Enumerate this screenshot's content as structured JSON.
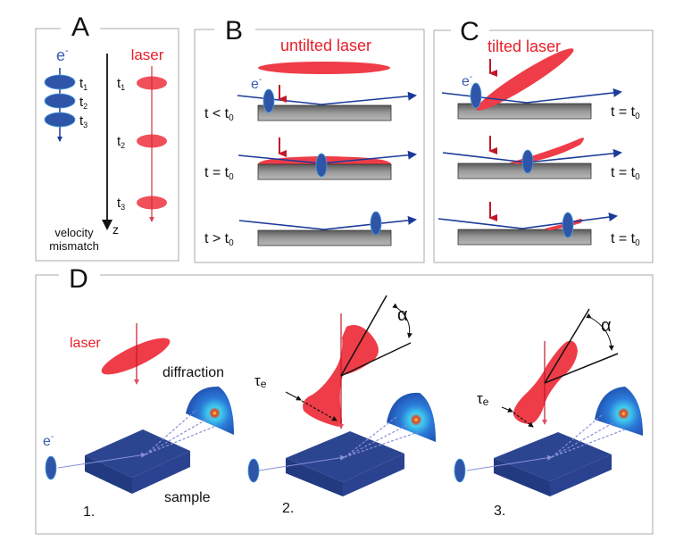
{
  "panels": {
    "A": {
      "letter": "A",
      "electron_label": "e",
      "electron_sup": "-",
      "laser_label": "laser",
      "e_times": [
        "t",
        "t",
        "t"
      ],
      "e_subs": [
        "1",
        "2",
        "3"
      ],
      "laser_times": [
        "t",
        "t",
        "t"
      ],
      "laser_subs": [
        "1",
        "2",
        "3"
      ],
      "axis_label": "z",
      "caption_line1": "velocity",
      "caption_line2": "mismatch"
    },
    "B": {
      "letter": "B",
      "title": "untilted laser",
      "electron_label": "e",
      "electron_sup": "-",
      "rows": [
        {
          "t": "t < t",
          "sub": "0"
        },
        {
          "t": "t = t",
          "sub": "0"
        },
        {
          "t": "t > t",
          "sub": "0"
        }
      ]
    },
    "C": {
      "letter": "C",
      "title": "tilted laser",
      "electron_label": "e",
      "electron_sup": "-",
      "rows": [
        {
          "t": "t = t",
          "sub": "0"
        },
        {
          "t": "t = t",
          "sub": "0"
        },
        {
          "t": "t = t",
          "sub": "0"
        }
      ]
    },
    "D": {
      "letter": "D",
      "laser_label": "laser",
      "diffraction_label": "diffraction",
      "electron_label": "e",
      "electron_sup": "-",
      "sample_label": "sample",
      "tau_label": "τ",
      "tau_sub": "e",
      "alpha_label": "α",
      "steps": [
        "1.",
        "2.",
        "3."
      ]
    }
  },
  "colors": {
    "electron": "#2f55a8",
    "electron_line": "#1b3a99",
    "laser": "#ee3d48",
    "laser_arrow": "#c0182a",
    "text_electron": "#3b5bb5",
    "text_laser": "#e8202a",
    "sample_top": "#2c4590",
    "frame": "#a8a8a8"
  }
}
